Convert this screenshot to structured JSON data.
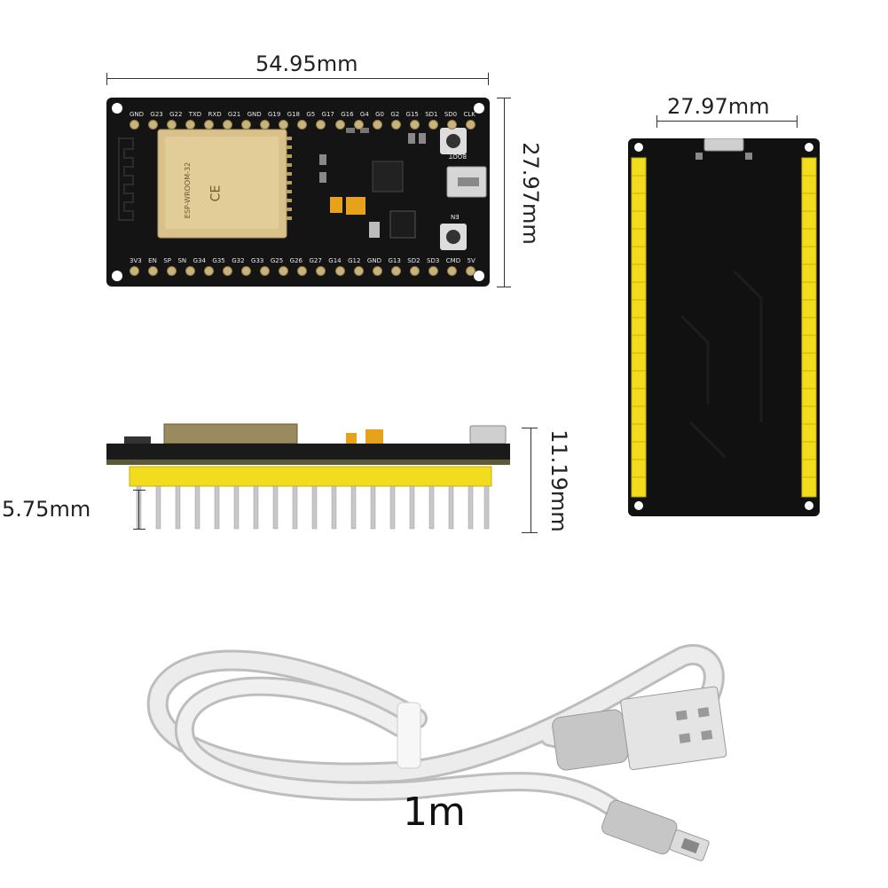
{
  "dimensions": {
    "board_length": "54.95mm",
    "board_width_front": "27.97mm",
    "board_width_back": "27.97mm",
    "side_height": "11.19mm",
    "pin_length": "5.75mm",
    "cable_length": "1m"
  },
  "board": {
    "module_label": "ESP-WROOM-32",
    "ce_mark": "CE",
    "boot_label": "BOOT",
    "en_label": "EN",
    "top_pins": [
      "GND",
      "G23",
      "G22",
      "TXD",
      "RXD",
      "G21",
      "GND",
      "G19",
      "G18",
      "G5",
      "G17",
      "G16",
      "G4",
      "G0",
      "G2",
      "G15",
      "SD1",
      "SD0",
      "CLK"
    ],
    "bottom_pins": [
      "3V3",
      "EN",
      "SP",
      "SN",
      "G34",
      "G35",
      "G32",
      "G33",
      "G25",
      "G26",
      "G27",
      "G14",
      "G12",
      "GND",
      "G13",
      "SD2",
      "SD3",
      "CMD",
      "5V"
    ]
  },
  "colors": {
    "pcb": "#141414",
    "header": "#f2dc1e",
    "module": "#d8c18a",
    "cable": "#e6e6e6"
  }
}
